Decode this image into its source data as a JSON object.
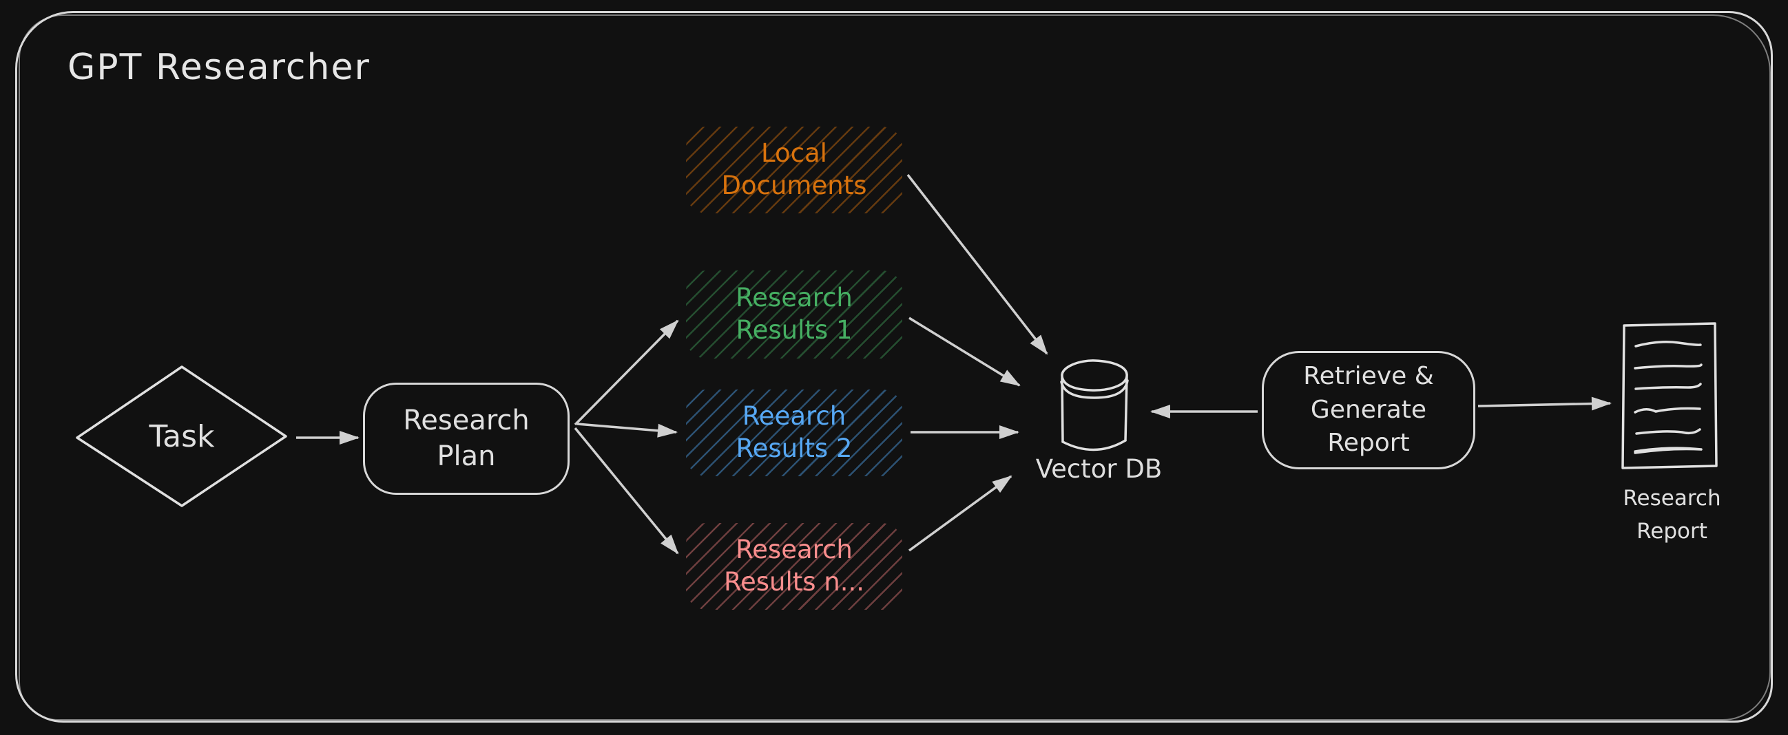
{
  "title": "GPT Researcher",
  "colors": {
    "background": "#111111",
    "stroke_light": "#d8d8d8",
    "arrow": "#d0d0d0",
    "accent_orange": "#d9730d",
    "accent_green": "#3fa25a",
    "accent_blue": "#4d9fe8",
    "accent_red": "#f88383"
  },
  "nodes": {
    "task": {
      "label": "Task",
      "shape": "diamond"
    },
    "research_plan": {
      "label": "Research\nPlan",
      "shape": "rounded-rect"
    },
    "local_documents": {
      "label": "Local\nDocuments",
      "shape": "rounded-rect-hatched",
      "color": "#d9730d"
    },
    "research_results_1": {
      "label": "Research\nResults 1",
      "shape": "rounded-rect-hatched",
      "color": "#3fa25a"
    },
    "research_results_2": {
      "label": "Reearch\nResults 2",
      "shape": "rounded-rect-hatched",
      "color": "#4d9fe8"
    },
    "research_results_n": {
      "label": "Research\nResults n...",
      "shape": "rounded-rect-hatched",
      "color": "#f88383"
    },
    "vector_db": {
      "label": "Vector DB",
      "shape": "database-cylinder"
    },
    "retrieve_generate_report": {
      "label": "Retrieve &\nGenerate\nReport",
      "shape": "rounded-rect"
    },
    "research_report": {
      "label": "Research\nReport",
      "shape": "document"
    }
  },
  "edges": [
    {
      "from": "task",
      "to": "research_plan"
    },
    {
      "from": "research_plan",
      "to": "research_results_1"
    },
    {
      "from": "research_plan",
      "to": "research_results_2"
    },
    {
      "from": "research_plan",
      "to": "research_results_n"
    },
    {
      "from": "local_documents",
      "to": "vector_db"
    },
    {
      "from": "research_results_1",
      "to": "vector_db"
    },
    {
      "from": "research_results_2",
      "to": "vector_db"
    },
    {
      "from": "research_results_n",
      "to": "vector_db"
    },
    {
      "from": "retrieve_generate_report",
      "to": "vector_db"
    },
    {
      "from": "retrieve_generate_report",
      "to": "research_report"
    }
  ]
}
